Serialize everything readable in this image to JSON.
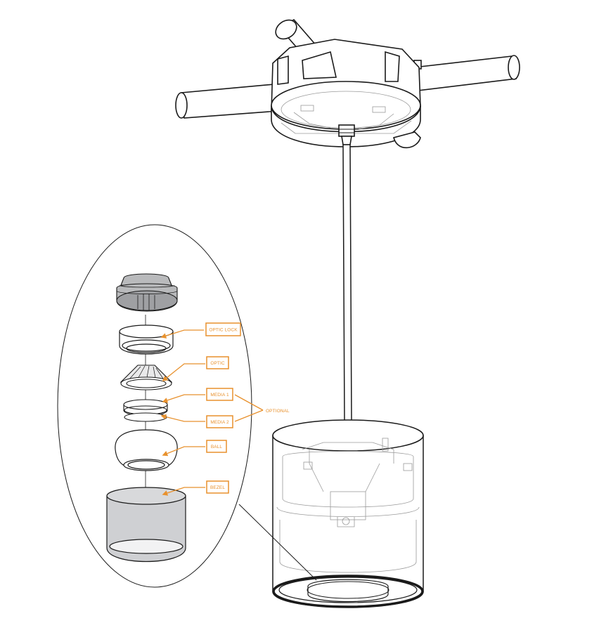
{
  "colors": {
    "line": "#1a1a1a",
    "hidden": "#9a9a9a",
    "accent": "#e8912d",
    "bezel_fill": "#cfd0d3",
    "mount_fill": "#b9babc"
  },
  "callouts": {
    "optic_lock": "OPTIC LOCK",
    "optic": "OPTIC",
    "media1": "MEDIA 1",
    "media2": "MEDIA 2",
    "ball": "BALL",
    "bezel": "BEZEL",
    "optional": "OPTIONAL"
  }
}
